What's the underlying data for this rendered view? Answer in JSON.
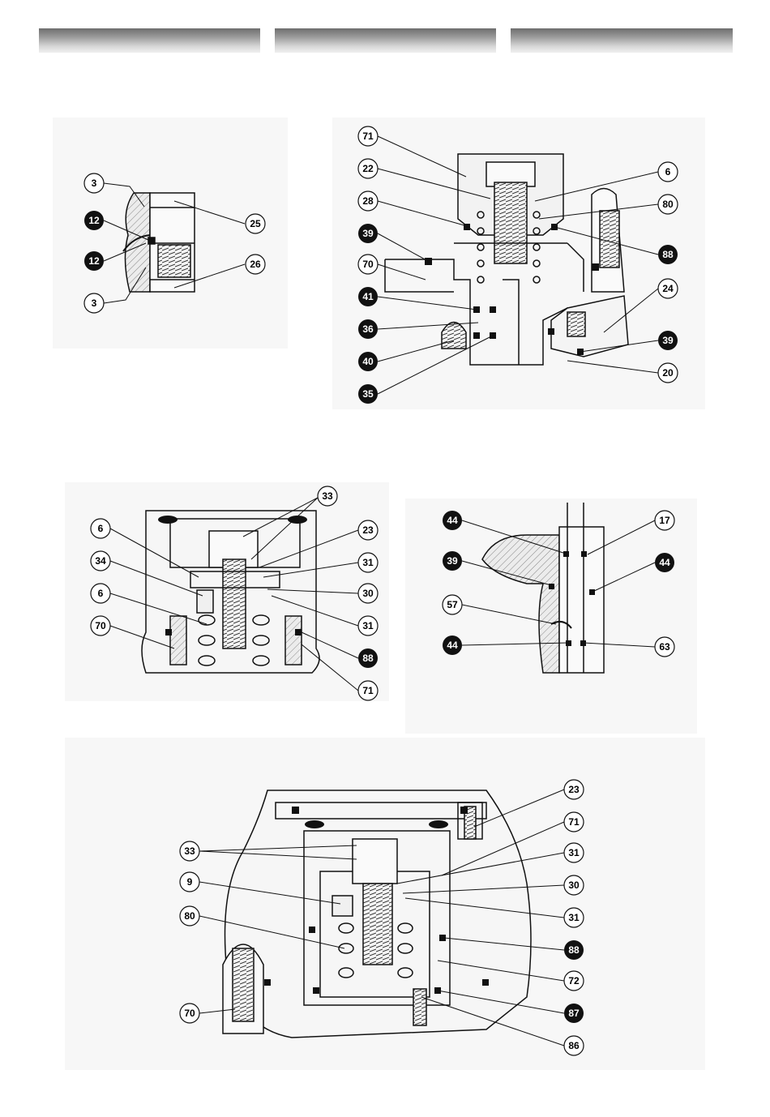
{
  "figure1": {
    "labels": [
      "3",
      "12",
      "12",
      "3",
      "25",
      "26"
    ]
  },
  "figure2": {
    "labels": [
      "71",
      "22",
      "28",
      "39",
      "70",
      "41",
      "36",
      "40",
      "35",
      "6",
      "80",
      "88",
      "24",
      "39",
      "20"
    ]
  },
  "figure3": {
    "labels": [
      "33",
      "6",
      "34",
      "6",
      "70",
      "23",
      "31",
      "30",
      "31",
      "88",
      "71"
    ]
  },
  "figure4": {
    "labels": [
      "44",
      "39",
      "57",
      "44",
      "17",
      "44",
      "63"
    ]
  },
  "figure5": {
    "labels": [
      "33",
      "9",
      "80",
      "70",
      "23",
      "71",
      "31",
      "30",
      "31",
      "88",
      "72",
      "87",
      "86"
    ]
  },
  "callout_styles": {
    "outline": "#000000",
    "filled": "#000000",
    "filled_text": "#ffffff"
  }
}
